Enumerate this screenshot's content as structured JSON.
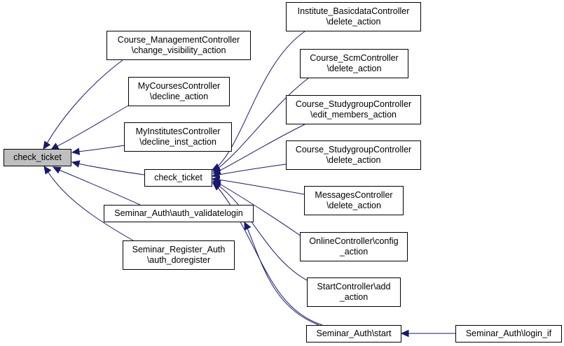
{
  "graph": {
    "nodes": {
      "root": {
        "line1": "check_ticket"
      },
      "course_mgmt": {
        "line1": "Course_ManagementController",
        "line2": "\\change_visibility_action"
      },
      "mycourses": {
        "line1": "MyCoursesController",
        "line2": "\\decline_action"
      },
      "myinstitutes": {
        "line1": "MyInstitutesController",
        "line2": "\\decline_inst_action"
      },
      "check_ticket2": {
        "line1": "check_ticket"
      },
      "seminar_auth_validate": {
        "line1": "Seminar_Auth\\auth_validatelogin"
      },
      "seminar_register": {
        "line1": "Seminar_Register_Auth",
        "line2": "\\auth_doregister"
      },
      "institute_basic": {
        "line1": "Institute_BasicdataController",
        "line2": "\\delete_action"
      },
      "course_scm": {
        "line1": "Course_ScmController",
        "line2": "\\delete_action"
      },
      "studygroup_edit": {
        "line1": "Course_StudygroupController",
        "line2": "\\edit_members_action"
      },
      "studygroup_delete": {
        "line1": "Course_StudygroupController",
        "line2": "\\delete_action"
      },
      "messages": {
        "line1": "MessagesController",
        "line2": "\\delete_action"
      },
      "online_config": {
        "line1": "OnlineController\\config",
        "line2": "_action"
      },
      "start_add": {
        "line1": "StartController\\add",
        "line2": "_action"
      },
      "seminar_start": {
        "line1": "Seminar_Auth\\start"
      },
      "seminar_login_if": {
        "line1": "Seminar_Auth\\login_if"
      }
    },
    "colors": {
      "edge": "#191970",
      "node_border": "#000000",
      "node_fill": "#ffffff",
      "root_fill": "#bfbfbf"
    }
  }
}
